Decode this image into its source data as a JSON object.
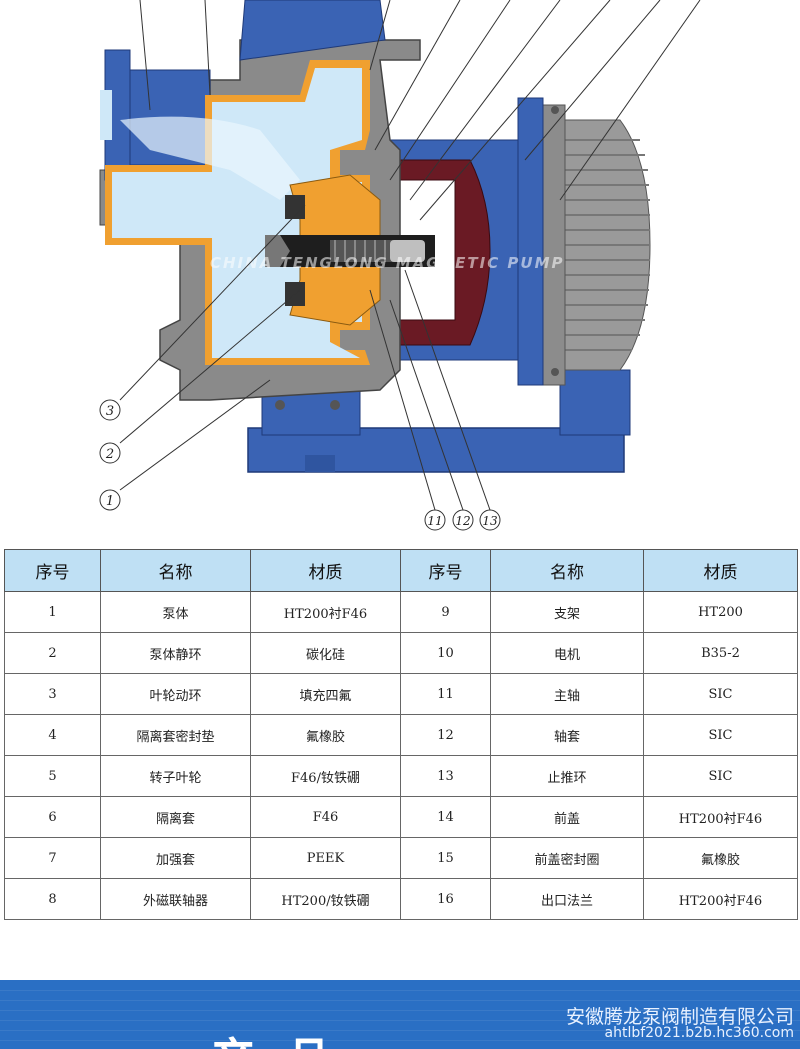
{
  "diagram": {
    "watermark_brand": "CHINA TENGLONG MAGNETIC PUMP",
    "callouts": [
      "3",
      "2",
      "1",
      "11",
      "12",
      "13"
    ]
  },
  "table": {
    "headers": [
      "序号",
      "名称",
      "材质",
      "序号",
      "名称",
      "材质"
    ],
    "rows": [
      [
        "1",
        "泵体",
        "HT200衬F46",
        "9",
        "支架",
        "HT200"
      ],
      [
        "2",
        "泵体静环",
        "碳化硅",
        "10",
        "电机",
        "B35-2"
      ],
      [
        "3",
        "叶轮动环",
        "填充四氟",
        "11",
        "主轴",
        "SIC"
      ],
      [
        "4",
        "隔离套密封垫",
        "氟橡胶",
        "12",
        "轴套",
        "SIC"
      ],
      [
        "5",
        "转子叶轮",
        "F46/钕铁硼",
        "13",
        "止推环",
        "SIC"
      ],
      [
        "6",
        "隔离套",
        "F46",
        "14",
        "前盖",
        "HT200衬F46"
      ],
      [
        "7",
        "加强套",
        "PEEK",
        "15",
        "前盖密封圈",
        "氟橡胶"
      ],
      [
        "8",
        "外磁联轴器",
        "HT200/钕铁硼",
        "16",
        "出口法兰",
        "HT200衬F46"
      ]
    ]
  },
  "banner": {
    "company": "安徽腾龙泵阀制造有限公司",
    "site": "ahtlbf2021.b2b.hc360.com",
    "heading_fragment": "产品"
  },
  "colors": {
    "pump_blue": "#3a63b4",
    "casing_gray": "#8a8a8a",
    "lining_orange": "#f0a030",
    "liquid_light_blue": "#cfe8f8",
    "magnet_maroon": "#6a1a24",
    "table_header_bg": "#bfe0f4",
    "banner_blue": "#2a6fc4"
  }
}
